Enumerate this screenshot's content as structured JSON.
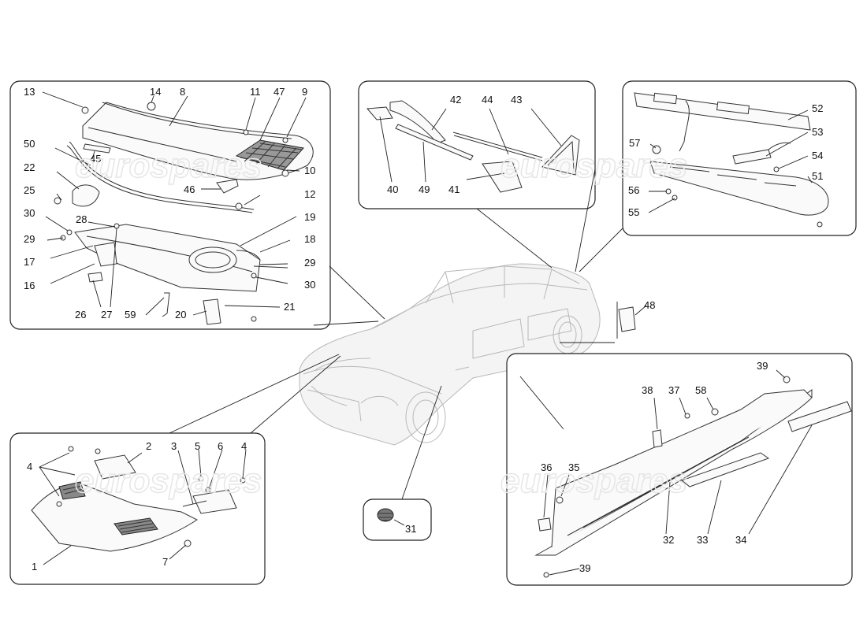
{
  "watermark": "eurospares",
  "callouts": {
    "p13": "13",
    "p14": "14",
    "p8": "8",
    "p11": "11",
    "p47": "47",
    "p9": "9",
    "p50": "50",
    "p45": "45",
    "p10": "10",
    "p22": "22",
    "p46": "46",
    "p12": "12",
    "p25": "25",
    "p30a": "30",
    "p28": "28",
    "p19": "19",
    "p29a": "29",
    "p18": "18",
    "p17": "17",
    "p29b": "29",
    "p16": "16",
    "p30b": "30",
    "p26": "26",
    "p27": "27",
    "p59": "59",
    "p20": "20",
    "p21": "21",
    "p42": "42",
    "p44": "44",
    "p43": "43",
    "p40": "40",
    "p49": "49",
    "p41": "41",
    "p52": "52",
    "p53": "53",
    "p57": "57",
    "p54": "54",
    "p56": "56",
    "p51": "51",
    "p55": "55",
    "p48": "48",
    "p31": "31",
    "p39a": "39",
    "p38": "38",
    "p37": "37",
    "p58": "58",
    "p36": "36",
    "p35": "35",
    "p32": "32",
    "p33": "33",
    "p34": "34",
    "p39b": "39",
    "p4a": "4",
    "p2": "2",
    "p3": "3",
    "p5": "5",
    "p6": "6",
    "p4b": "4",
    "p1": "1",
    "p7": "7"
  }
}
